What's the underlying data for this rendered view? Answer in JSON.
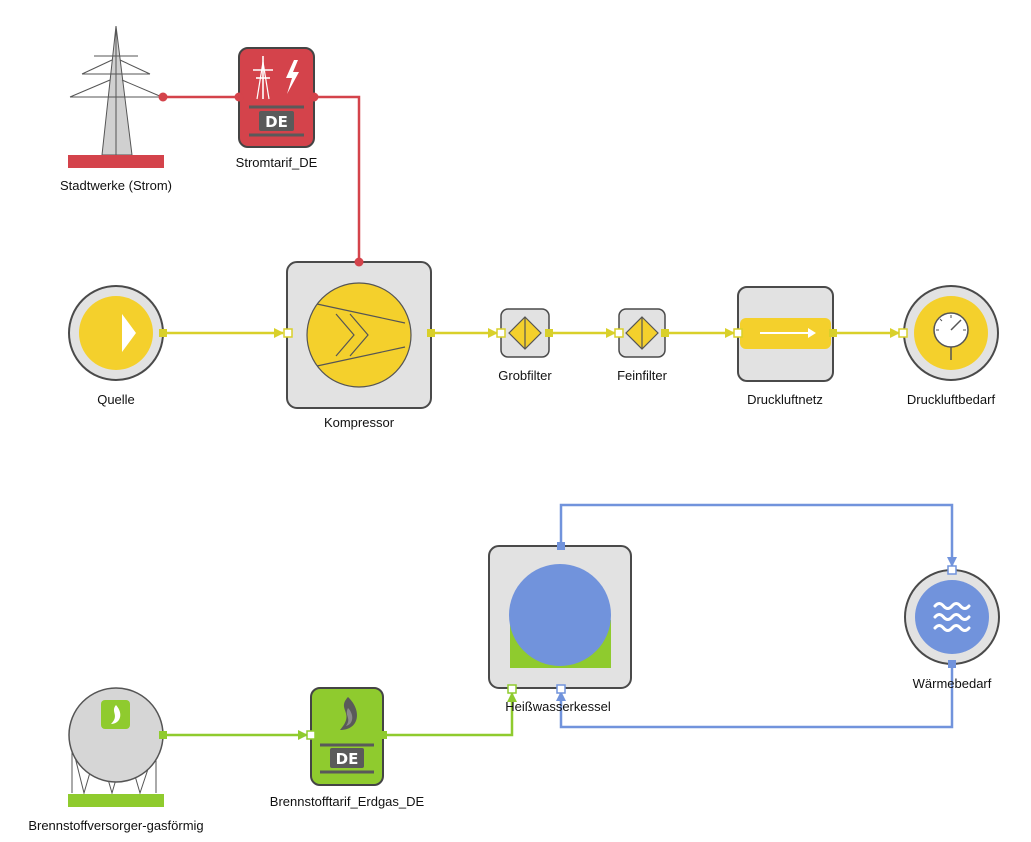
{
  "colors": {
    "power": "#d4434b",
    "air": "#f4d02c",
    "air_line": "#d9d02a",
    "gas": "#8fcb2e",
    "water": "#7193dc",
    "box_fill": "#e2e2e2",
    "box_stroke": "#4a4a4a"
  },
  "nodes": {
    "stadtwerke": {
      "label": "Stadtwerke (Strom)",
      "icon": "power-pylon-icon"
    },
    "stromtarif": {
      "label": "Stromtarif_DE",
      "badge": "DE",
      "icon": "power-tariff-icon"
    },
    "quelle": {
      "label": "Quelle",
      "icon": "play-icon"
    },
    "kompressor": {
      "label": "Kompressor",
      "icon": "compressor-icon"
    },
    "grobfilter": {
      "label": "Grobfilter",
      "icon": "filter-icon"
    },
    "feinfilter": {
      "label": "Feinfilter",
      "icon": "filter-icon"
    },
    "druckluftnetz": {
      "label": "Druckluftnetz",
      "icon": "arrow-right-icon"
    },
    "druckluftbedarf": {
      "label": "Druckluftbedarf",
      "icon": "pressure-gauge-icon"
    },
    "brennstoffversorger": {
      "label": "Brennstoffversorger-gasförmig",
      "icon": "gas-tank-icon"
    },
    "brennstofftarif": {
      "label": "Brennstofftarif_Erdgas_DE",
      "badge": "DE",
      "icon": "flame-icon"
    },
    "heisswasserkessel": {
      "label": "Heißwasserkessel",
      "icon": "boiler-icon"
    },
    "waermebedarf": {
      "label": "Wärmebedarf",
      "icon": "heat-waves-icon"
    }
  }
}
